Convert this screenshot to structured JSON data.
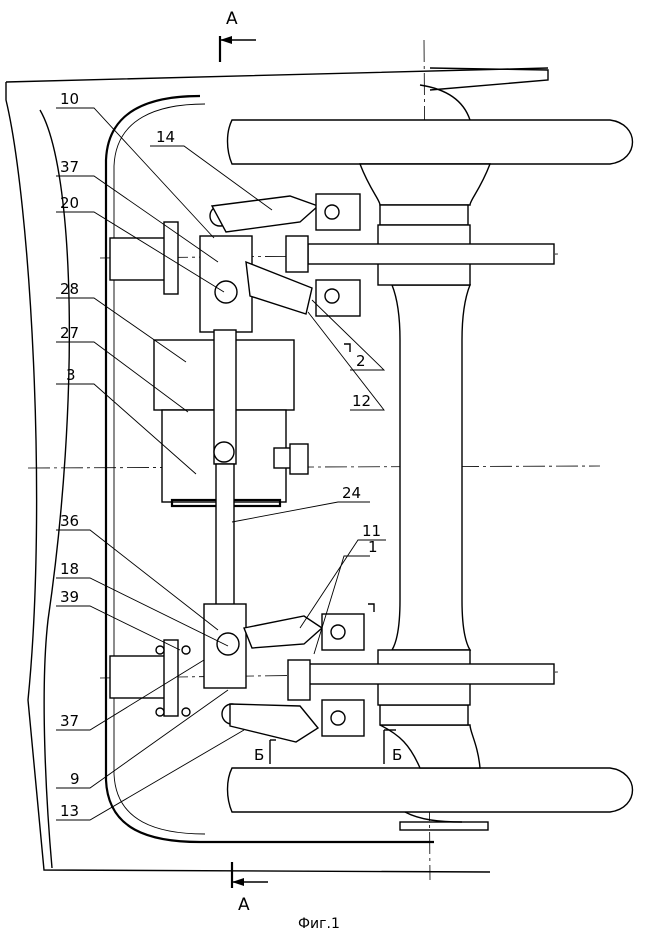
{
  "figure": {
    "caption": "Фиг.1",
    "section_marks": [
      "А",
      "А",
      "Б",
      "Б"
    ],
    "labels": [
      "10",
      "14",
      "37",
      "20",
      "28",
      "27",
      "3",
      "2",
      "12",
      "24",
      "11",
      "1",
      "36",
      "18",
      "39",
      "37",
      "9",
      "13"
    ]
  }
}
